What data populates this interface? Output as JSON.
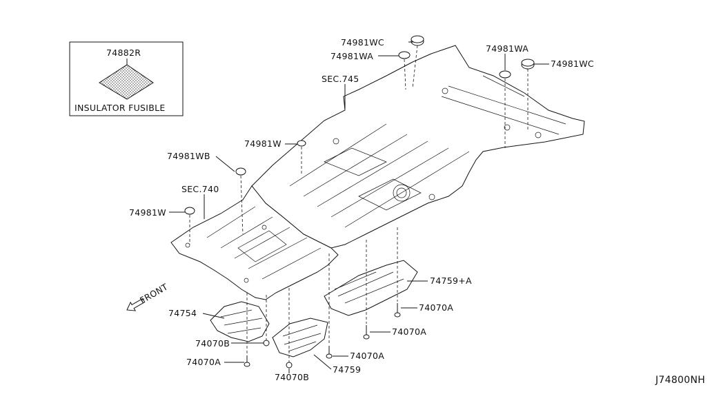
{
  "legend": {
    "part_number": "74882R",
    "caption": "INSULATOR FUSIBLE"
  },
  "callouts": {
    "c_74981WC_top": "74981WC",
    "c_74981WA_left": "74981WA",
    "c_74981WA_right": "74981WA",
    "c_74981WC_right": "74981WC",
    "sec_745": "SEC.745",
    "c_74981W_mid": "74981W",
    "c_74981WB": "74981WB",
    "sec_740": "SEC.740",
    "c_74981W_left": "74981W",
    "c_74759A": "74759+A",
    "c_74070A_1": "74070A",
    "c_74070A_2": "74070A",
    "c_74070A_3": "74070A",
    "c_74754": "74754",
    "c_74070B_1": "74070B",
    "c_74070A_4": "74070A",
    "c_74070B_2": "74070B",
    "c_74759": "74759"
  },
  "front_label": "FRONT",
  "diagram_code": "J74800NH"
}
